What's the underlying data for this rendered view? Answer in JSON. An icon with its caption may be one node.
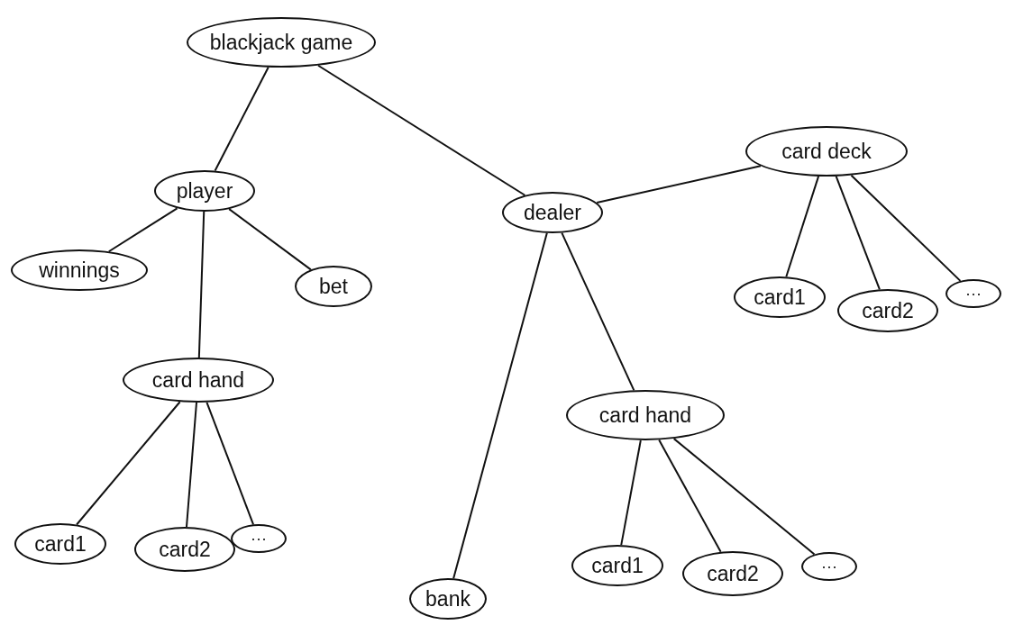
{
  "diagram": {
    "nodes": [
      {
        "text": [
          "blackjack game"
        ]
      },
      {
        "text": [
          "player"
        ]
      },
      {
        "text": [
          "winnings"
        ]
      },
      {
        "text": [
          "bet"
        ]
      },
      {
        "text": [
          "card hand"
        ]
      },
      {
        "text": [
          "card1"
        ]
      },
      {
        "text": [
          "card2"
        ]
      },
      {
        "text": [
          "···"
        ]
      },
      {
        "text": [
          "dealer"
        ]
      },
      {
        "text": [
          "card deck"
        ]
      },
      {
        "text": [
          "card1"
        ]
      },
      {
        "text": [
          "card2"
        ]
      },
      {
        "text": [
          "···"
        ]
      },
      {
        "text": [
          "card hand"
        ]
      },
      {
        "text": [
          "card1"
        ]
      },
      {
        "text": [
          "card2"
        ]
      },
      {
        "text": [
          "···"
        ]
      },
      {
        "text": [
          "bank"
        ]
      }
    ],
    "edges": [
      {
        "from": 0,
        "to": 1,
        "arrow": "none"
      },
      {
        "from": 0,
        "to": 8,
        "arrow": "none"
      },
      {
        "from": 1,
        "to": 2,
        "arrow": "none"
      },
      {
        "from": 1,
        "to": 3,
        "arrow": "none"
      },
      {
        "from": 1,
        "to": 4,
        "arrow": "none"
      },
      {
        "from": 4,
        "to": 5,
        "arrow": "none"
      },
      {
        "from": 4,
        "to": 6,
        "arrow": "none"
      },
      {
        "from": 4,
        "to": 7,
        "arrow": "none"
      },
      {
        "from": 8,
        "to": 9,
        "arrow": "none"
      },
      {
        "from": 8,
        "to": 17,
        "arrow": "none"
      },
      {
        "from": 8,
        "to": 13,
        "arrow": "none"
      },
      {
        "from": 9,
        "to": 10,
        "arrow": "none"
      },
      {
        "from": 9,
        "to": 11,
        "arrow": "none"
      },
      {
        "from": 9,
        "to": 12,
        "arrow": "none"
      },
      {
        "from": 13,
        "to": 14,
        "arrow": "none"
      },
      {
        "from": 13,
        "to": 15,
        "arrow": "none"
      },
      {
        "from": 13,
        "to": 16,
        "arrow": "none"
      }
    ]
  }
}
